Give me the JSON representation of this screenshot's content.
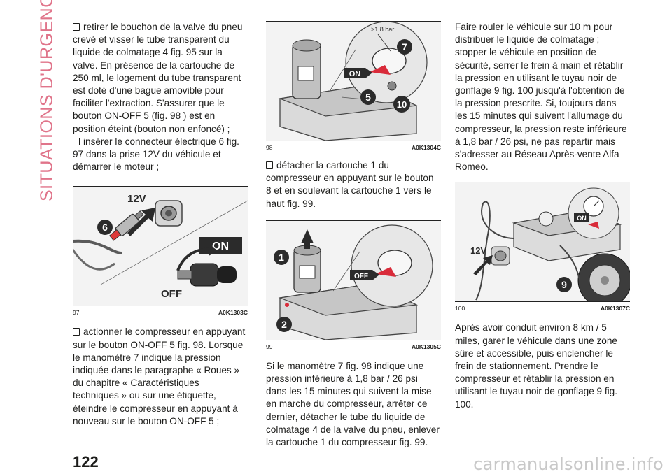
{
  "section_title": "SITUATIONS D'URGENCE",
  "page_number": "122",
  "watermark": "carmanualsonline.info",
  "col1": {
    "para1": "retirer le bouchon de la valve du pneu crevé et visser le tube transparent du liquide de colmatage 4 fig. 95 sur la valve. En présence de la cartouche de 250 ml, le logement du tube transparent est doté d'une bague amovible pour faciliter l'extraction. S'assurer que le bouton ON-OFF 5 (fig. 98 ) est en position éteint (bouton non enfoncé) ;",
    "para2": "insérer le connecteur électrique 6 fig. 97 dans la prise 12V du véhicule et démarrer le moteur ;",
    "fig": {
      "number": "97",
      "code": "A0K1303C",
      "labels": {
        "voltage": "12V",
        "on": "ON",
        "off": "OFF",
        "callout": "6"
      }
    },
    "para3": "actionner le compresseur en appuyant sur le bouton ON-OFF 5 fig. 98. Lorsque le manomètre 7 indique la pression indiquée dans le paragraphe « Roues » du chapitre « Caractéristiques techniques » ou sur une étiquette, éteindre le compresseur en appuyant à nouveau sur le bouton ON-OFF 5 ;"
  },
  "col2": {
    "fig98": {
      "number": "98",
      "code": "A0K1304C",
      "labels": {
        "pressure": ">1,8 bar",
        "on": "ON",
        "c7": "7",
        "c5": "5",
        "c10": "10"
      }
    },
    "para1": "détacher la cartouche 1 du compresseur en appuyant sur le bouton 8 et en soulevant la cartouche 1 vers le haut fig. 99.",
    "fig99": {
      "number": "99",
      "code": "A0K1305C",
      "labels": {
        "off": "OFF",
        "c1": "1",
        "c2": "2"
      }
    },
    "para2": "Si le manomètre 7 fig. 98 indique une pression inférieure à 1,8 bar / 26 psi dans les 15 minutes qui suivent la mise en marche du compresseur, arrêter ce dernier, détacher le tube du liquide de colmatage 4 de la valve du pneu, enlever la cartouche 1 du compresseur fig. 99."
  },
  "col3": {
    "para1": "Faire rouler le véhicule sur 10 m pour distribuer le liquide de colmatage ; stopper le véhicule en position de sécurité, serrer le frein à main et rétablir la pression en utilisant le tuyau noir de gonflage 9 fig. 100 jusqu'à l'obtention de la pression prescrite. Si, toujours dans les 15 minutes qui suivent l'allumage du compresseur, la pression reste inférieure à 1,8 bar / 26 psi, ne pas repartir mais s'adresser au Réseau Après-vente Alfa Romeo.",
    "fig": {
      "number": "100",
      "code": "A0K1307C",
      "labels": {
        "voltage": "12V",
        "on": "ON",
        "c9": "9"
      }
    },
    "para2": "Après avoir conduit environ 8 km / 5 miles, garer le véhicule dans une zone sûre et accessible, puis enclencher le frein de stationnement. Prendre le compresseur et rétablir la pression en utilisant le tuyau noir de gonflage 9 fig. 100."
  },
  "colors": {
    "accent_pink": "#e0748a",
    "text": "#1d1d1b",
    "callout_dark": "#2b2b2b",
    "highlight_red": "#d92b3a"
  }
}
